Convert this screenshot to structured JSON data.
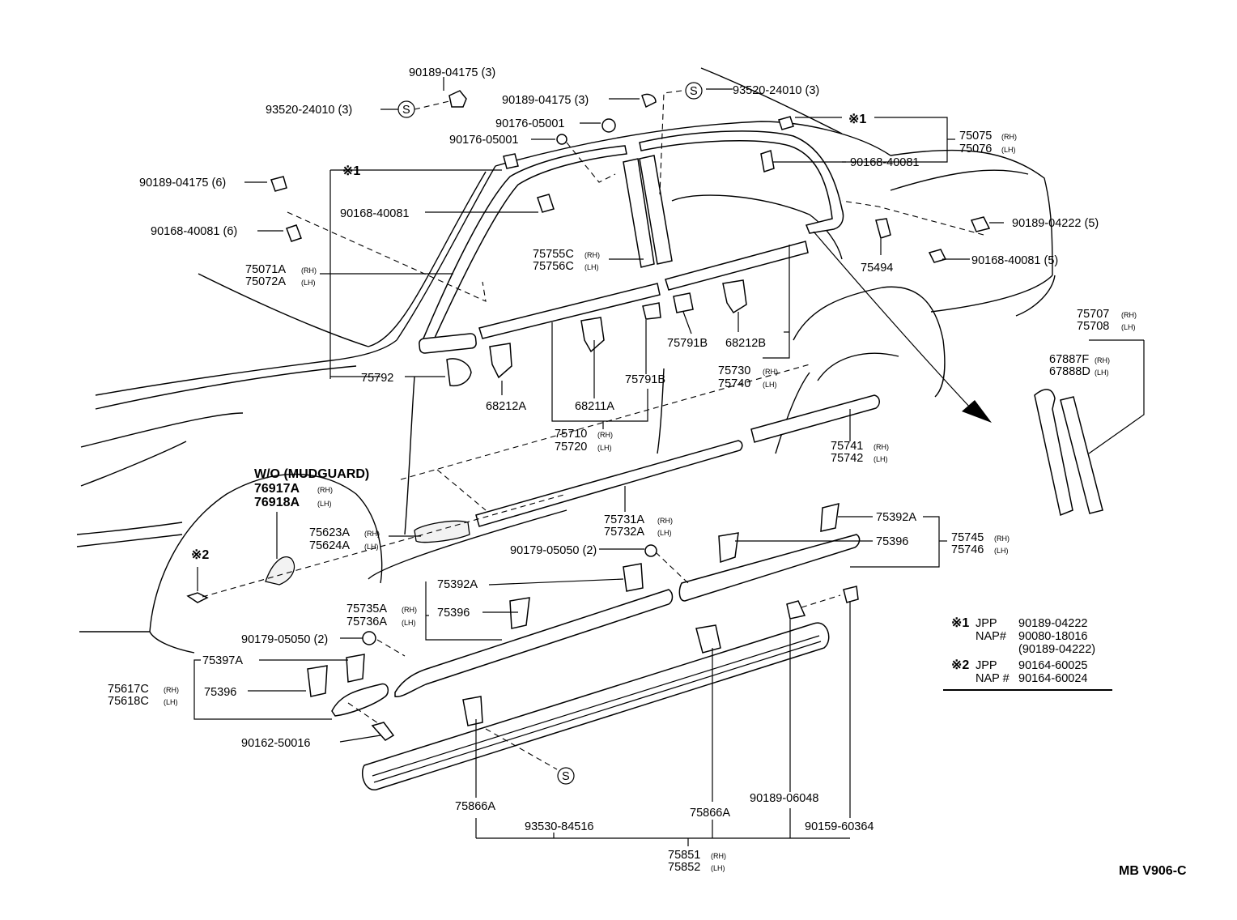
{
  "diagram_code": "MB V906-C",
  "labels": {
    "p90189_04175_3_top": "90189-04175 (3)",
    "p93520_24010_3_left": "93520-24010 (3)",
    "p90189_04175_3_mid": "90189-04175 (3)",
    "p93520_24010_3_right": "93520-24010 (3)",
    "p90176_05001_a": "90176-05001",
    "p90176_05001_b": "90176-05001",
    "note1_top": "※1",
    "p75075": "75075",
    "p75076": "75076",
    "p90168_40081_right": "90168-40081",
    "note1_left": "※1",
    "p90189_04175_6": "90189-04175 (6)",
    "p90168_40081_center": "90168-40081",
    "p90168_40081_6": "90168-40081 (6)",
    "p90189_04222_5": "90189-04222 (5)",
    "p90168_40081_5": "90168-40081 (5)",
    "p75494": "75494",
    "p75755C": "75755C",
    "p75756C": "75756C",
    "p75071A": "75071A",
    "p75072A": "75072A",
    "p75791B_a": "75791B",
    "p68212B": "68212B",
    "p75707": "75707",
    "p75708": "75708",
    "p67887F": "67887F",
    "p67888D": "67888D",
    "p75792": "75792",
    "p75791B_b": "75791B",
    "p75730": "75730",
    "p75740": "75740",
    "p68212A": "68212A",
    "p68211A": "68211A",
    "p75710": "75710",
    "p75720": "75720",
    "p75741": "75741",
    "p75742": "75742",
    "wo_mudguard": "W/O (MUDGUARD)",
    "p76917A": "76917A",
    "p76918A": "76918A",
    "p75731A": "75731A",
    "p75732A": "75732A",
    "p75623A": "75623A",
    "p75624A": "75624A",
    "p75392A_right": "75392A",
    "p75396_right": "75396",
    "p75745": "75745",
    "p75746": "75746",
    "note2_left": "※2",
    "p90179_05050_2_top": "90179-05050 (2)",
    "p75392A_mid": "75392A",
    "p75735A": "75735A",
    "p75736A": "75736A",
    "p75396_mid": "75396",
    "p90179_05050_2_left": "90179-05050 (2)",
    "p75397A": "75397A",
    "p75617C": "75617C",
    "p75618C": "75618C",
    "p75396_left": "75396",
    "p90162_50016": "90162-50016",
    "p75866A_left": "75866A",
    "p93530_84516": "93530-84516",
    "p75866A_right": "75866A",
    "p90189_06048": "90189-06048",
    "p90159_60364": "90159-60364",
    "p75851": "75851",
    "p75852": "75852"
  },
  "side_suffix": {
    "rh": "(RH)",
    "lh": "(LH)",
    "rh_b": "(RH)",
    "lh_b": "(LH)"
  },
  "symbols": {
    "s_mark": "S"
  },
  "notes_box": {
    "n1_mark": "※1",
    "n1_jpp_key": "JPP",
    "n1_jpp_val": "90189-04222",
    "n1_nap_key": "NAP#",
    "n1_nap_val": "90080-18016",
    "n1_alt": "(90189-04222)",
    "n2_mark": "※2",
    "n2_jpp_key": "JPP",
    "n2_jpp_val": "90164-60025",
    "n2_nap_key": "NAP #",
    "n2_nap_val": "90164-60024"
  }
}
